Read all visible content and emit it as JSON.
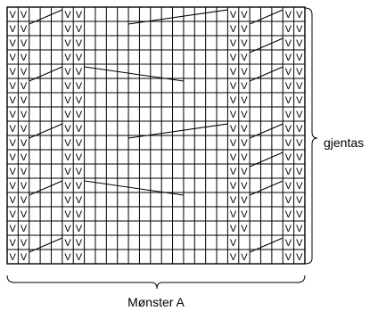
{
  "chart": {
    "title": "Mønster A",
    "repeat_label": "gjentas",
    "columns": 27,
    "rows": 18,
    "symbol": "V",
    "symbol_columns": [
      0,
      1,
      5,
      6,
      20,
      21,
      25,
      26
    ],
    "missing_symbols": [
      [
        16,
        21
      ]
    ],
    "diagonals": [
      {
        "row": 0,
        "from_col": 2,
        "to_col": 5,
        "direction": "up"
      },
      {
        "row": 0,
        "from_col": 11,
        "to_col": 20,
        "direction": "up"
      },
      {
        "row": 0,
        "from_col": 22,
        "to_col": 25,
        "direction": "up"
      },
      {
        "row": 2,
        "from_col": 22,
        "to_col": 25,
        "direction": "up"
      },
      {
        "row": 4,
        "from_col": 2,
        "to_col": 5,
        "direction": "up"
      },
      {
        "row": 4,
        "from_col": 7,
        "to_col": 16,
        "direction": "down"
      },
      {
        "row": 4,
        "from_col": 22,
        "to_col": 25,
        "direction": "up"
      },
      {
        "row": 8,
        "from_col": 2,
        "to_col": 5,
        "direction": "up"
      },
      {
        "row": 8,
        "from_col": 11,
        "to_col": 20,
        "direction": "up"
      },
      {
        "row": 8,
        "from_col": 22,
        "to_col": 25,
        "direction": "up"
      },
      {
        "row": 10,
        "from_col": 22,
        "to_col": 25,
        "direction": "up"
      },
      {
        "row": 12,
        "from_col": 2,
        "to_col": 5,
        "direction": "up"
      },
      {
        "row": 12,
        "from_col": 7,
        "to_col": 16,
        "direction": "down"
      },
      {
        "row": 12,
        "from_col": 22,
        "to_col": 25,
        "direction": "up"
      },
      {
        "row": 16,
        "from_col": 2,
        "to_col": 5,
        "direction": "up"
      },
      {
        "row": 16,
        "from_col": 22,
        "to_col": 25,
        "direction": "up"
      }
    ]
  }
}
